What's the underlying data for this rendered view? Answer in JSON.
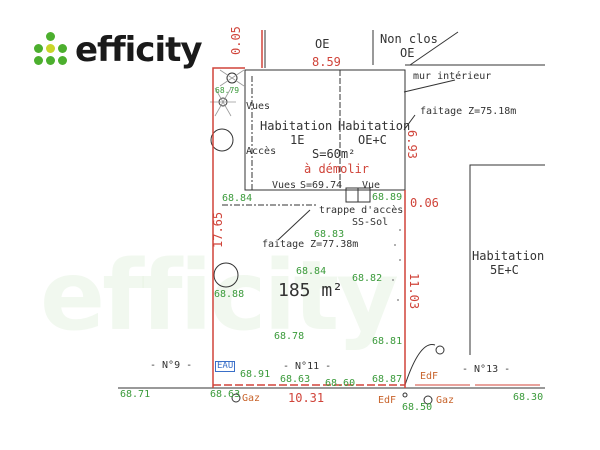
{
  "logo": {
    "text": "efficity",
    "colors": {
      "green": "#4caf2e",
      "yellow": "#c9d62a"
    }
  },
  "watermark": "efficity",
  "labels": {
    "oe_top": "OE",
    "non_clos": "Non clos",
    "non_clos_oe": "OE",
    "dim_859": "8.59",
    "dim_005": "0.05",
    "mur_interieur": "mur intérieur",
    "faitage_1": "faitage Z=75.18m",
    "faitage_2": "faitage Z=77.38m",
    "vues_1": "Vues",
    "acces": "Accès",
    "vues_2": "Vues",
    "vue": "Vue",
    "hab_1E": "Habitation",
    "hab_1E_sub": "1E",
    "hab_OEC": "Habitation",
    "hab_OEC_sub": "OE+C",
    "surface": "S=60m²",
    "demolir": "à démolir",
    "s_6974": "S=69.74",
    "trappe": "trappe d'accès",
    "ss_sol": "SS-Sol",
    "dim_693": "6.93",
    "dim_006": "0.06",
    "dim_1765": "17.65",
    "dim_1103": "11.03",
    "dim_1031": "10.31",
    "area": "185 m²",
    "hab_5EC": "Habitation",
    "hab_5EC_sub": "5E+C",
    "n9": "- N°9 -",
    "n11": "- N°11 -",
    "n13": "- N°13 -",
    "eau": "EAU",
    "gaz_1": "Gaz",
    "gaz_2": "Gaz",
    "edf_1": "EdF",
    "edf_2": "EdF"
  },
  "elevations": [
    "68.79",
    "68.84",
    "68.89",
    "68.83",
    "68.84",
    "68.82",
    "68.88",
    "68.78",
    "68.81",
    "68.91",
    "68.63",
    "68.60",
    "68.87",
    "68.71",
    "68.63",
    "68.50",
    "68.30"
  ]
}
